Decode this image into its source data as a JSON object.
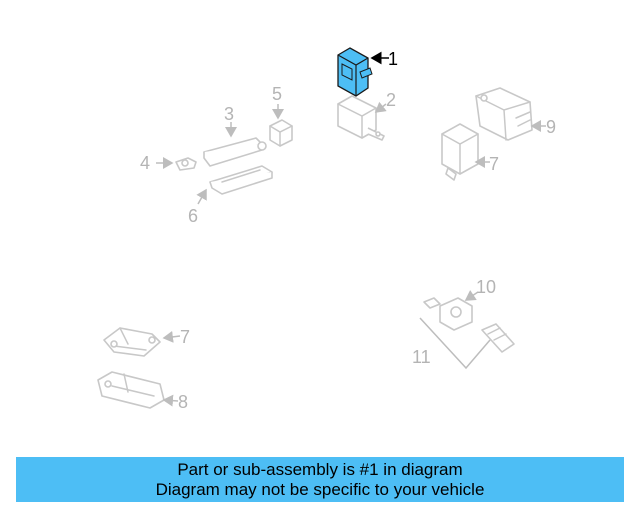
{
  "diagram": {
    "callouts": [
      "1",
      "2",
      "3",
      "4",
      "5",
      "6",
      "7",
      "7",
      "8",
      "9",
      "10",
      "11"
    ],
    "highlighted_callout": "1",
    "highlight_color": "#4dbef5"
  },
  "caption": {
    "line1": "Part or sub-assembly is #1 in diagram",
    "line2": "Diagram may not be specific to your vehicle",
    "background": "#4dbef5"
  }
}
